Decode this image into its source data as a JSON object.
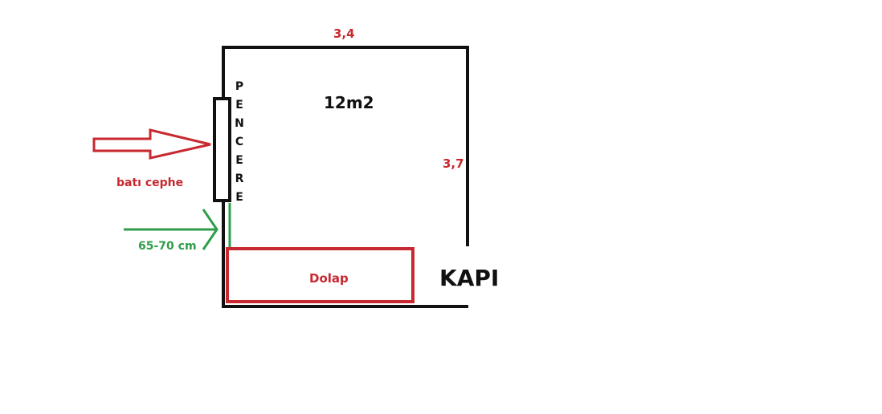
{
  "labels": {
    "width": "3,4",
    "height": "3,7",
    "area": "12m2",
    "window_letters": [
      "P",
      "E",
      "N",
      "C",
      "E",
      "R",
      "E"
    ],
    "facade": "batı cephe",
    "gap": "65-70 cm",
    "wardrobe": "Dolap",
    "door": "KAPI"
  },
  "colors": {
    "wall": "#111111",
    "red": "#c8282f",
    "green": "#2e9e4a"
  }
}
